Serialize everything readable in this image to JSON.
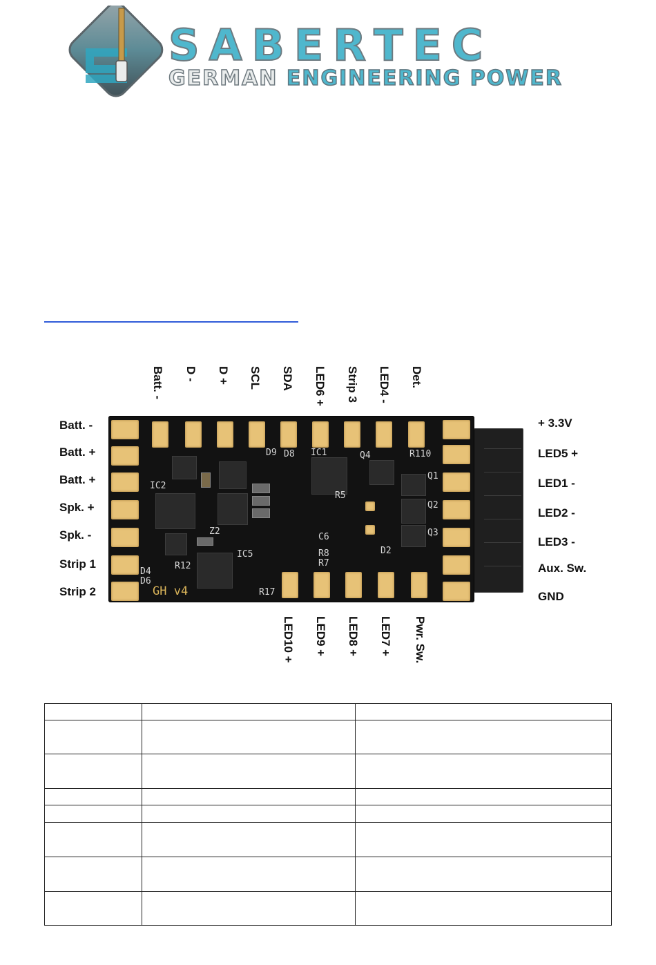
{
  "logo": {
    "wordmark": "SABERTEC",
    "tagline_a": "GERMAN ",
    "tagline_b": "ENGINEERING POWER"
  },
  "colors": {
    "brand_cyan": "#4fb7cd",
    "brand_grey": "#6f7a80",
    "pcb_black": "#121212",
    "pad_gold": "#e7c277",
    "link_blue": "#2f5bd8"
  },
  "board": {
    "top_labels": [
      "Batt. -",
      "D -",
      "D +",
      "SCL",
      "SDA",
      "LED6 +",
      "Strip 3",
      "LED4 -",
      "Det."
    ],
    "left_labels": [
      "Batt. -",
      "Batt. +",
      "Batt. +",
      "Spk. +",
      "Spk. -",
      "Strip 1",
      "Strip 2"
    ],
    "right_labels": [
      "+ 3.3V",
      "LED5 +",
      "LED1 -",
      "LED2 -",
      "LED3 -",
      "Aux. Sw.",
      "GND"
    ],
    "bottom_labels": [
      "LED10 +",
      "LED9 +",
      "LED8 +",
      "LED7 +",
      "Pwr. Sw."
    ],
    "silkscreen": {
      "ic1": "IC1",
      "ic2": "IC2",
      "ic5": "IC5",
      "d8": "D8",
      "d9": "D9",
      "r110": "R110",
      "q1": "Q1",
      "q2": "Q2",
      "q3": "Q3",
      "q4": "Q4",
      "z2": "Z2",
      "r12": "R12",
      "r17": "R17",
      "r5": "R5",
      "r8": "R8",
      "r7": "R7",
      "c6": "C6",
      "d2": "D2",
      "d6": "D6",
      "d4": "D4",
      "board_name": "GH v4"
    }
  },
  "table": {
    "rows": [
      [
        "",
        "",
        ""
      ],
      [
        "",
        "",
        ""
      ],
      [
        "",
        "",
        ""
      ],
      [
        "",
        "",
        ""
      ],
      [
        "",
        "",
        ""
      ],
      [
        "",
        "",
        ""
      ],
      [
        "",
        "",
        ""
      ],
      [
        "",
        "",
        ""
      ]
    ]
  }
}
